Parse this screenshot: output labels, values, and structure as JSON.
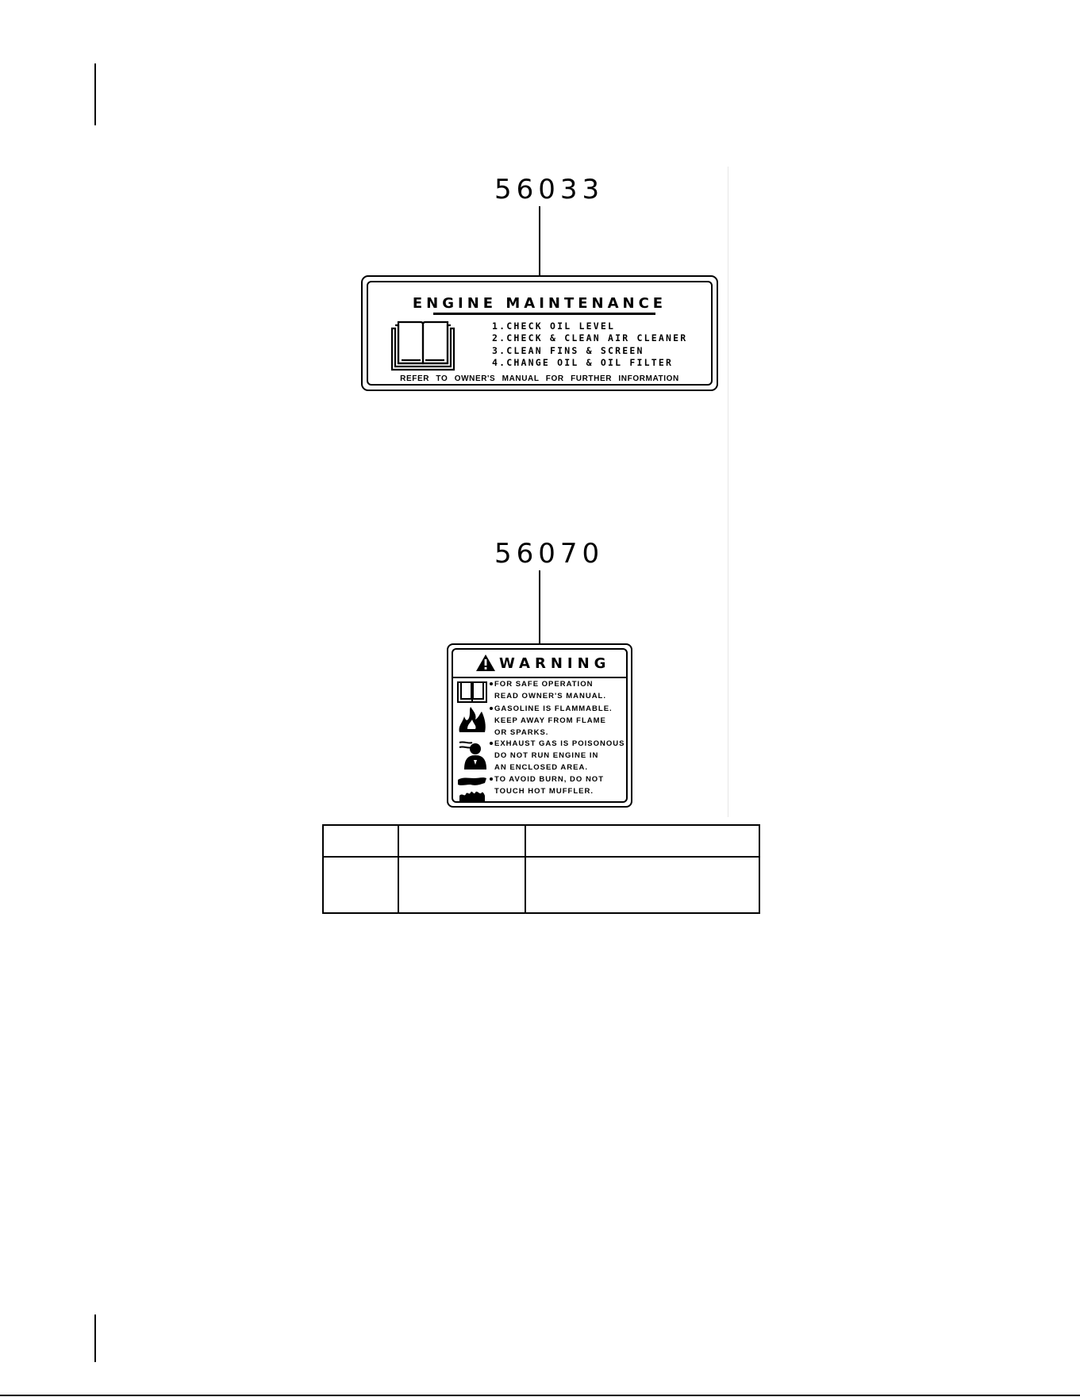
{
  "decal_1": {
    "part_number": "56033",
    "title": "ENGINE MAINTENANCE",
    "icon": "open-book-icon",
    "items": [
      "1.CHECK OIL LEVEL",
      "2.CHECK & CLEAN AIR CLEANER",
      "3.CLEAN FINS & SCREEN",
      "4.CHANGE OIL & OIL FILTER"
    ],
    "footer": "REFER TO OWNER'S MANUAL FOR FURTHER INFORMATION"
  },
  "decal_2": {
    "part_number": "56070",
    "title": "WARNING",
    "header_icon": "warning-triangle-icon",
    "warnings": [
      {
        "icon": "book-icon",
        "lines": [
          "FOR SAFE OPERATION",
          "READ OWNER'S MANUAL."
        ]
      },
      {
        "icon": "fire-icon",
        "lines": [
          "GASOLINE IS FLAMMABLE.",
          "KEEP AWAY FROM FLAME",
          "OR SPARKS."
        ]
      },
      {
        "icon": "toxic-fumes-icon",
        "lines": [
          "EXHAUST GAS IS POISONOUS",
          "DO NOT RUN ENGINE IN",
          "AN ENCLOSED AREA."
        ]
      },
      {
        "icon": "hot-surface-hand-icon",
        "lines": [
          "TO AVOID BURN, DO NOT",
          "TOUCH HOT MUFFLER."
        ]
      }
    ]
  },
  "parts_table": {
    "columns": 3,
    "rows": 2
  }
}
